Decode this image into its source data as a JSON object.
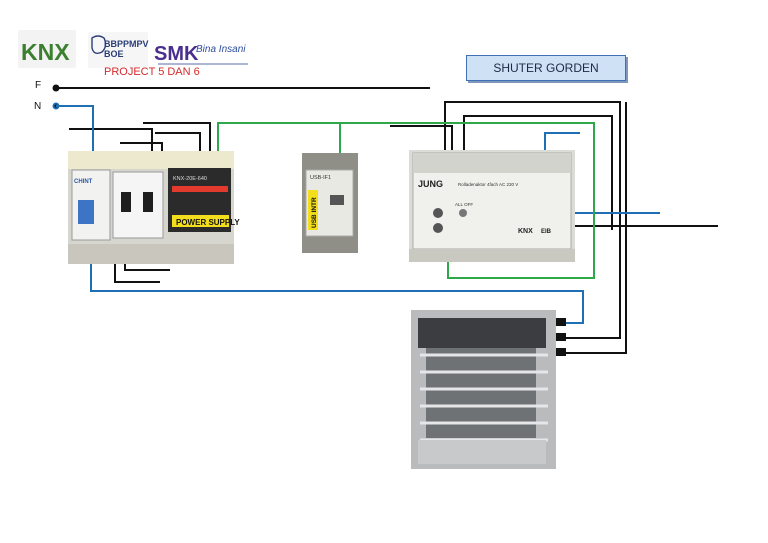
{
  "logos": {
    "knx": "KNX",
    "bbppmpv_line1": "BBPPMPV",
    "bbppmpv_line2": "BOE",
    "smk": "SMK",
    "smk_script": "Bina Insani"
  },
  "project_label": "PROJECT 5 DAN 6",
  "title": "SHUTER GORDEN",
  "line_labels": {
    "phase": "F",
    "neutral": "N"
  },
  "devices": {
    "psu_label": "POWER SUPPLY",
    "psu_model": "KNX-20E-640",
    "usb_label": "USB INTR",
    "usb_model": "USB-IF1",
    "actuator_brand": "JUNG",
    "actuator_name": "Rolladenaktor 4fach AC 230 V",
    "actuator_knx": "KNX",
    "actuator_code": "EIB",
    "actuator_button": "ALL OFF",
    "mcb_brand": "CHINT"
  },
  "colors": {
    "phase_wire": "#111111",
    "neutral_wire": "#1f6fb5",
    "bus_wire": "#2ea84a",
    "title_fill": "#cfe1f5",
    "project_text": "#d42a2a"
  }
}
